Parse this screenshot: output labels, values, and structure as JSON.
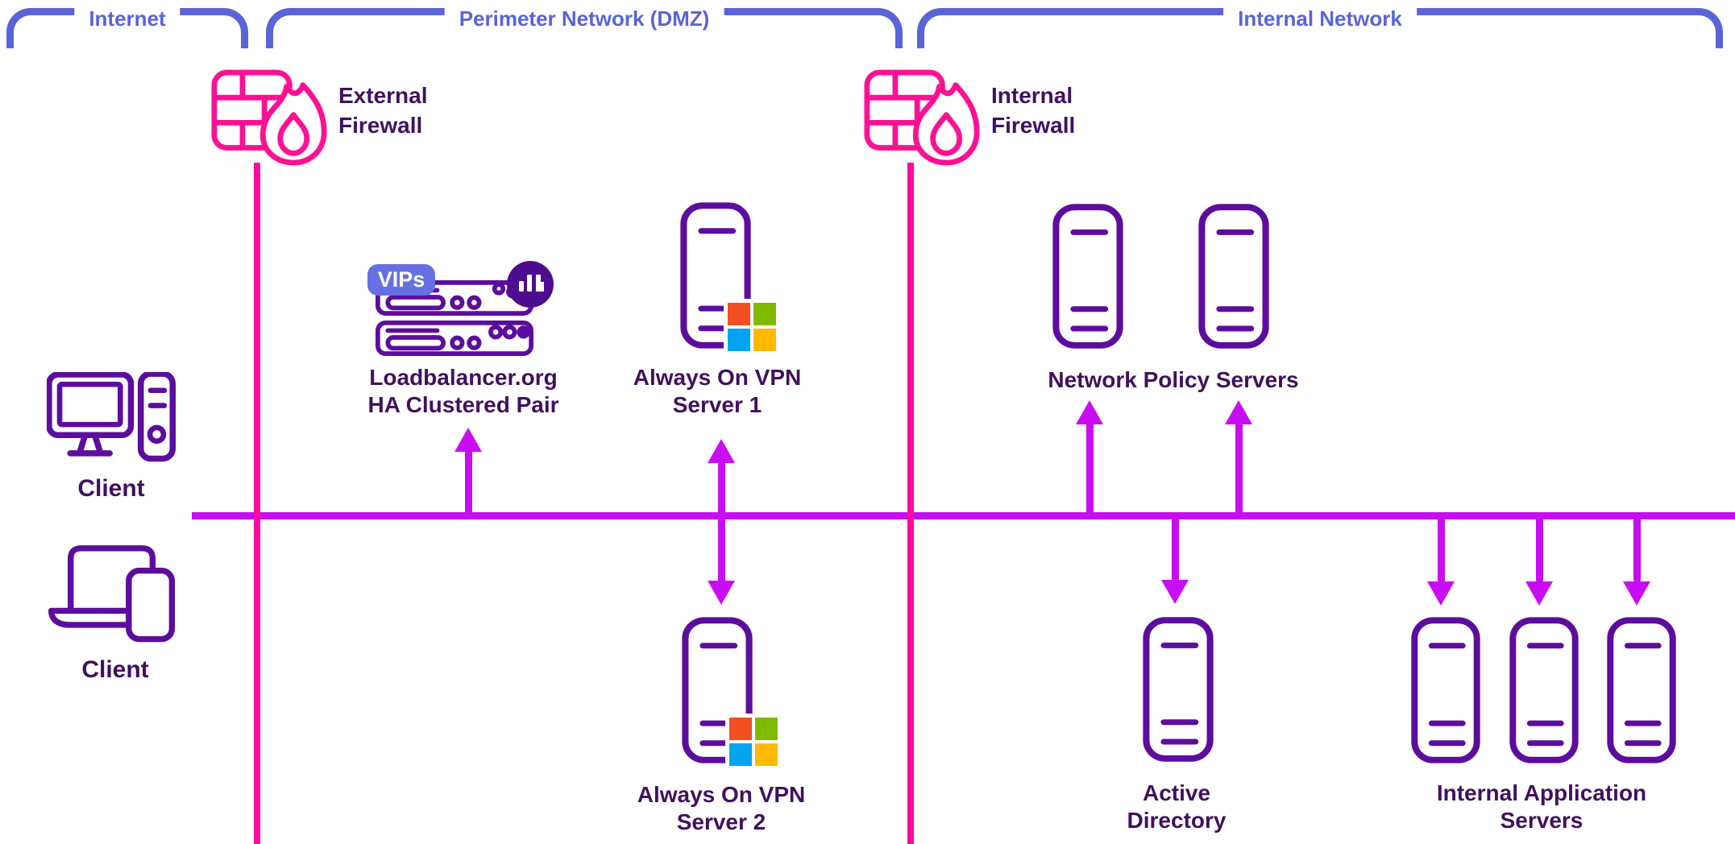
{
  "zones": [
    {
      "id": "internet",
      "label": "Internet"
    },
    {
      "id": "dmz",
      "label": "Perimeter Network (DMZ)"
    },
    {
      "id": "internal",
      "label": "Internal Network"
    }
  ],
  "nodes": {
    "external_firewall": {
      "line1": "External",
      "line2": "Firewall"
    },
    "internal_firewall": {
      "line1": "Internal",
      "line2": "Firewall"
    },
    "client_desktop": {
      "label": "Client"
    },
    "client_laptop": {
      "label": "Client"
    },
    "loadbalancer": {
      "badge": "VIPs",
      "line1": "Loadbalancer.org",
      "line2": "HA Clustered Pair"
    },
    "vpn_server_1": {
      "line1": "Always On VPN",
      "line2": "Server 1"
    },
    "vpn_server_2": {
      "line1": "Always On VPN",
      "line2": "Server 2"
    },
    "network_policy_servers": {
      "label": "Network Policy Servers"
    },
    "active_directory": {
      "line1": "Active",
      "line2": "Directory"
    },
    "internal_app_servers": {
      "line1": "Internal Application",
      "line2": "Servers"
    }
  },
  "colors": {
    "zone_bracket": "#5A64D8",
    "firewall_pink": "#FB1193",
    "firewall_line_pink": "#FB0CA0",
    "connector_violet": "#C90DF2",
    "icon_purple": "#5C0D9E",
    "label_purple": "#41105F",
    "vips_badge": "#6571E3",
    "lb_logo_circle": "#4E0D8F",
    "ms_red": "#F25022",
    "ms_green": "#7FBA00",
    "ms_blue": "#00A4EF",
    "ms_yellow": "#FFB900"
  }
}
